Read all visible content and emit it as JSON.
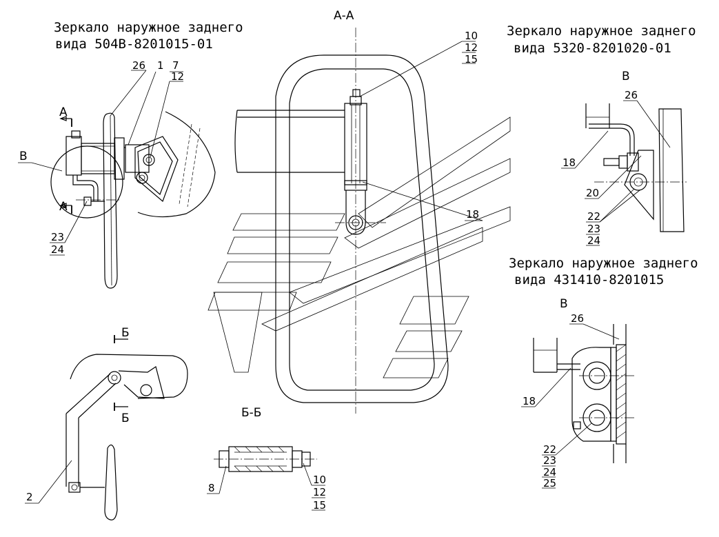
{
  "titles": {
    "mirror_504": [
      "Зеркало наружное заднего",
      "вида 504В-8201015-01"
    ],
    "mirror_5320": [
      "Зеркало наружное заднего",
      "вида 5320-8201020-01"
    ],
    "mirror_431410": [
      "Зеркало наружное заднего",
      "вида 431410-8201015"
    ]
  },
  "section_labels": {
    "section_aa": "А-А",
    "section_bb": "Б-Б",
    "view_b_top": "В",
    "view_b_bottom": "В",
    "view_b_left": "В",
    "cut_a_top": "А",
    "cut_a_bottom": "А",
    "cut_b_top": "Б",
    "cut_b_bottom": "Б"
  },
  "callouts": {
    "c26_left": "26",
    "c1": "1",
    "c7": "7",
    "c12_left": "12",
    "c23_left": "23",
    "c24_left": "24",
    "c2": "2",
    "c10_aa": "10",
    "c12_aa": "12",
    "c15_aa": "15",
    "c18_aa": "18",
    "c8": "8",
    "c10_bb": "10",
    "c12_bb": "12",
    "c15_bb": "15",
    "c26_right_top": "26",
    "c18_right_top": "18",
    "c20": "20",
    "c22_right_top": "22",
    "c23_right_top": "23",
    "c24_right_top": "24",
    "c26_right_bottom": "26",
    "c18_right_bottom": "18",
    "c22_right_bottom": "22",
    "c23_right_bottom": "23",
    "c24_right_bottom": "24",
    "c25": "25"
  }
}
